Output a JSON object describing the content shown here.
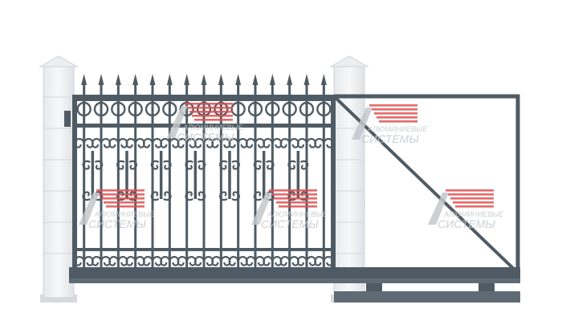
{
  "image": {
    "subject": "sliding-gate-illustration",
    "colors": {
      "metal": "#4f5b64",
      "metal_light": "#5f6b74",
      "pillar_light": "#f2f4f5",
      "pillar_mid": "#e3e6e8",
      "pillar_edge": "#c9ced2",
      "pillar_cap": "#d6dadd",
      "watermark_red": "#e05050",
      "watermark_gray": "#c4c8cc"
    },
    "watermark": {
      "line1": "АЛЮМИНИЕВЫЕ",
      "line2": "СИСТЕМЫ"
    }
  }
}
